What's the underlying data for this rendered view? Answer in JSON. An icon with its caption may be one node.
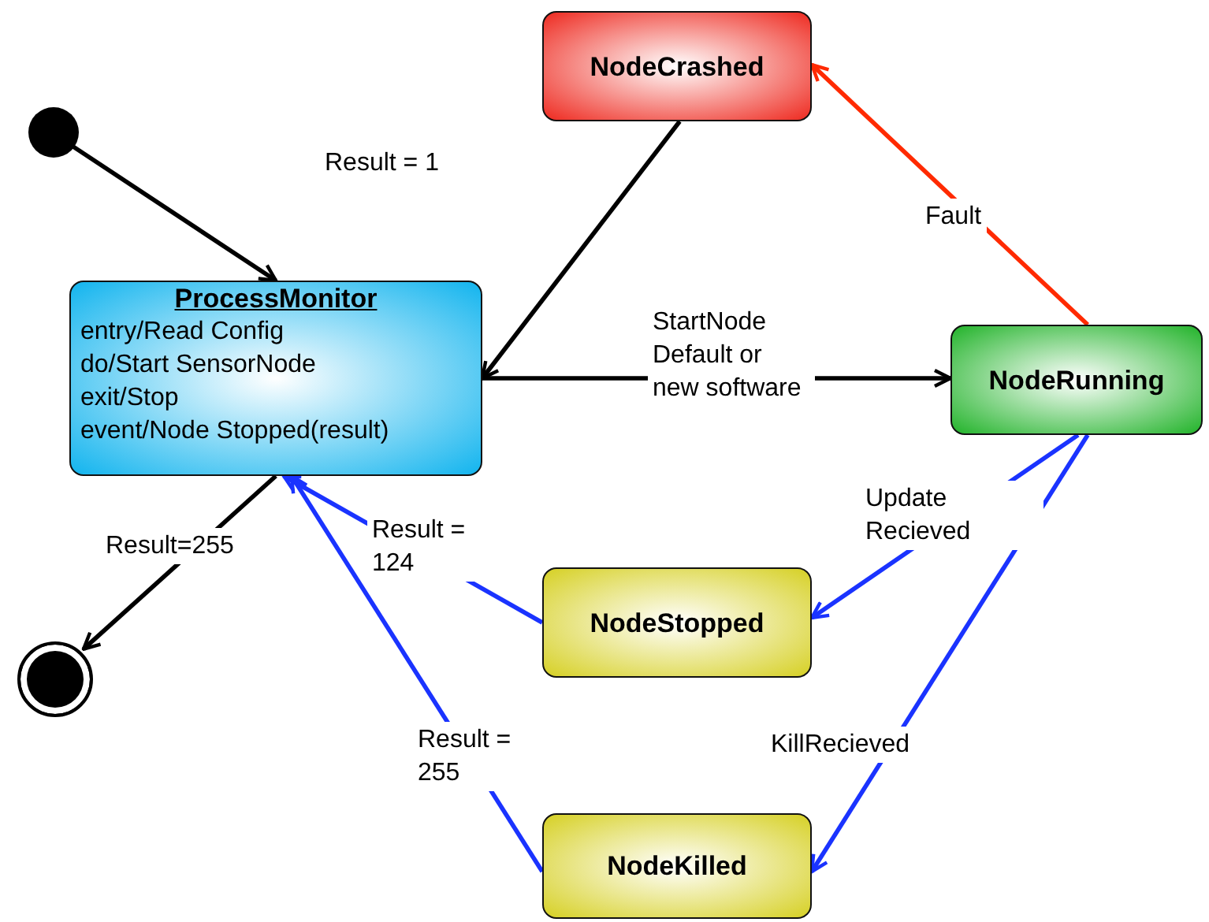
{
  "diagram": {
    "nodes": [
      {
        "text": [],
        "shape": "circle"
      },
      {
        "text": [
          "ProcessMonitor",
          "entry/Read Config",
          "do/Start SensorNode",
          "exit/Stop",
          "event/Node Stopped(result)"
        ]
      },
      {
        "text": [
          "NodeCrashed"
        ]
      },
      {
        "text": [
          "NodeRunning"
        ]
      },
      {
        "text": [
          "NodeStopped"
        ]
      },
      {
        "text": [
          "NodeKilled"
        ]
      },
      {
        "text": [],
        "shape": "circle"
      }
    ],
    "edges": [
      {
        "from": 0,
        "to": 1,
        "arrow": "to"
      },
      {
        "from": 2,
        "to": 1,
        "arrow": "to"
      },
      {
        "from": 1,
        "to": 3,
        "arrow": "to",
        "label": "StartNode Default or new software"
      },
      {
        "from": 3,
        "to": 2,
        "arrow": "to",
        "label": "Fault",
        "color": "#ff2a00"
      },
      {
        "from": 3,
        "to": 4,
        "arrow": "to",
        "label": "Update Recieved",
        "color": "#1a33ff"
      },
      {
        "from": 3,
        "to": 5,
        "arrow": "to",
        "label": "KillRecieved",
        "color": "#1a33ff"
      },
      {
        "from": 4,
        "to": 1,
        "arrow": "to",
        "label": "Result = 124",
        "color": "#1a33ff"
      },
      {
        "from": 5,
        "to": 1,
        "arrow": "to",
        "label": "Result = 255",
        "color": "#1a33ff"
      },
      {
        "from": 1,
        "to": 6,
        "arrow": "to",
        "label": "Result=255"
      }
    ],
    "labels": [
      "Result = 1"
    ]
  }
}
